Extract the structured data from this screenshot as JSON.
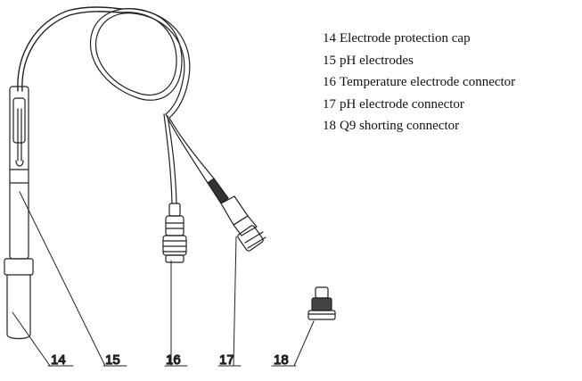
{
  "legend": [
    {
      "num": "14",
      "text": "Electrode protection cap"
    },
    {
      "num": "15",
      "text": "pH electrodes"
    },
    {
      "num": "16",
      "text": "Temperature electrode connector"
    },
    {
      "num": "17",
      "text": "pH electrode connector"
    },
    {
      "num": "18",
      "text": "Q9 shorting connector"
    }
  ],
  "callouts": [
    "14",
    "15",
    "16",
    "17",
    "18"
  ]
}
